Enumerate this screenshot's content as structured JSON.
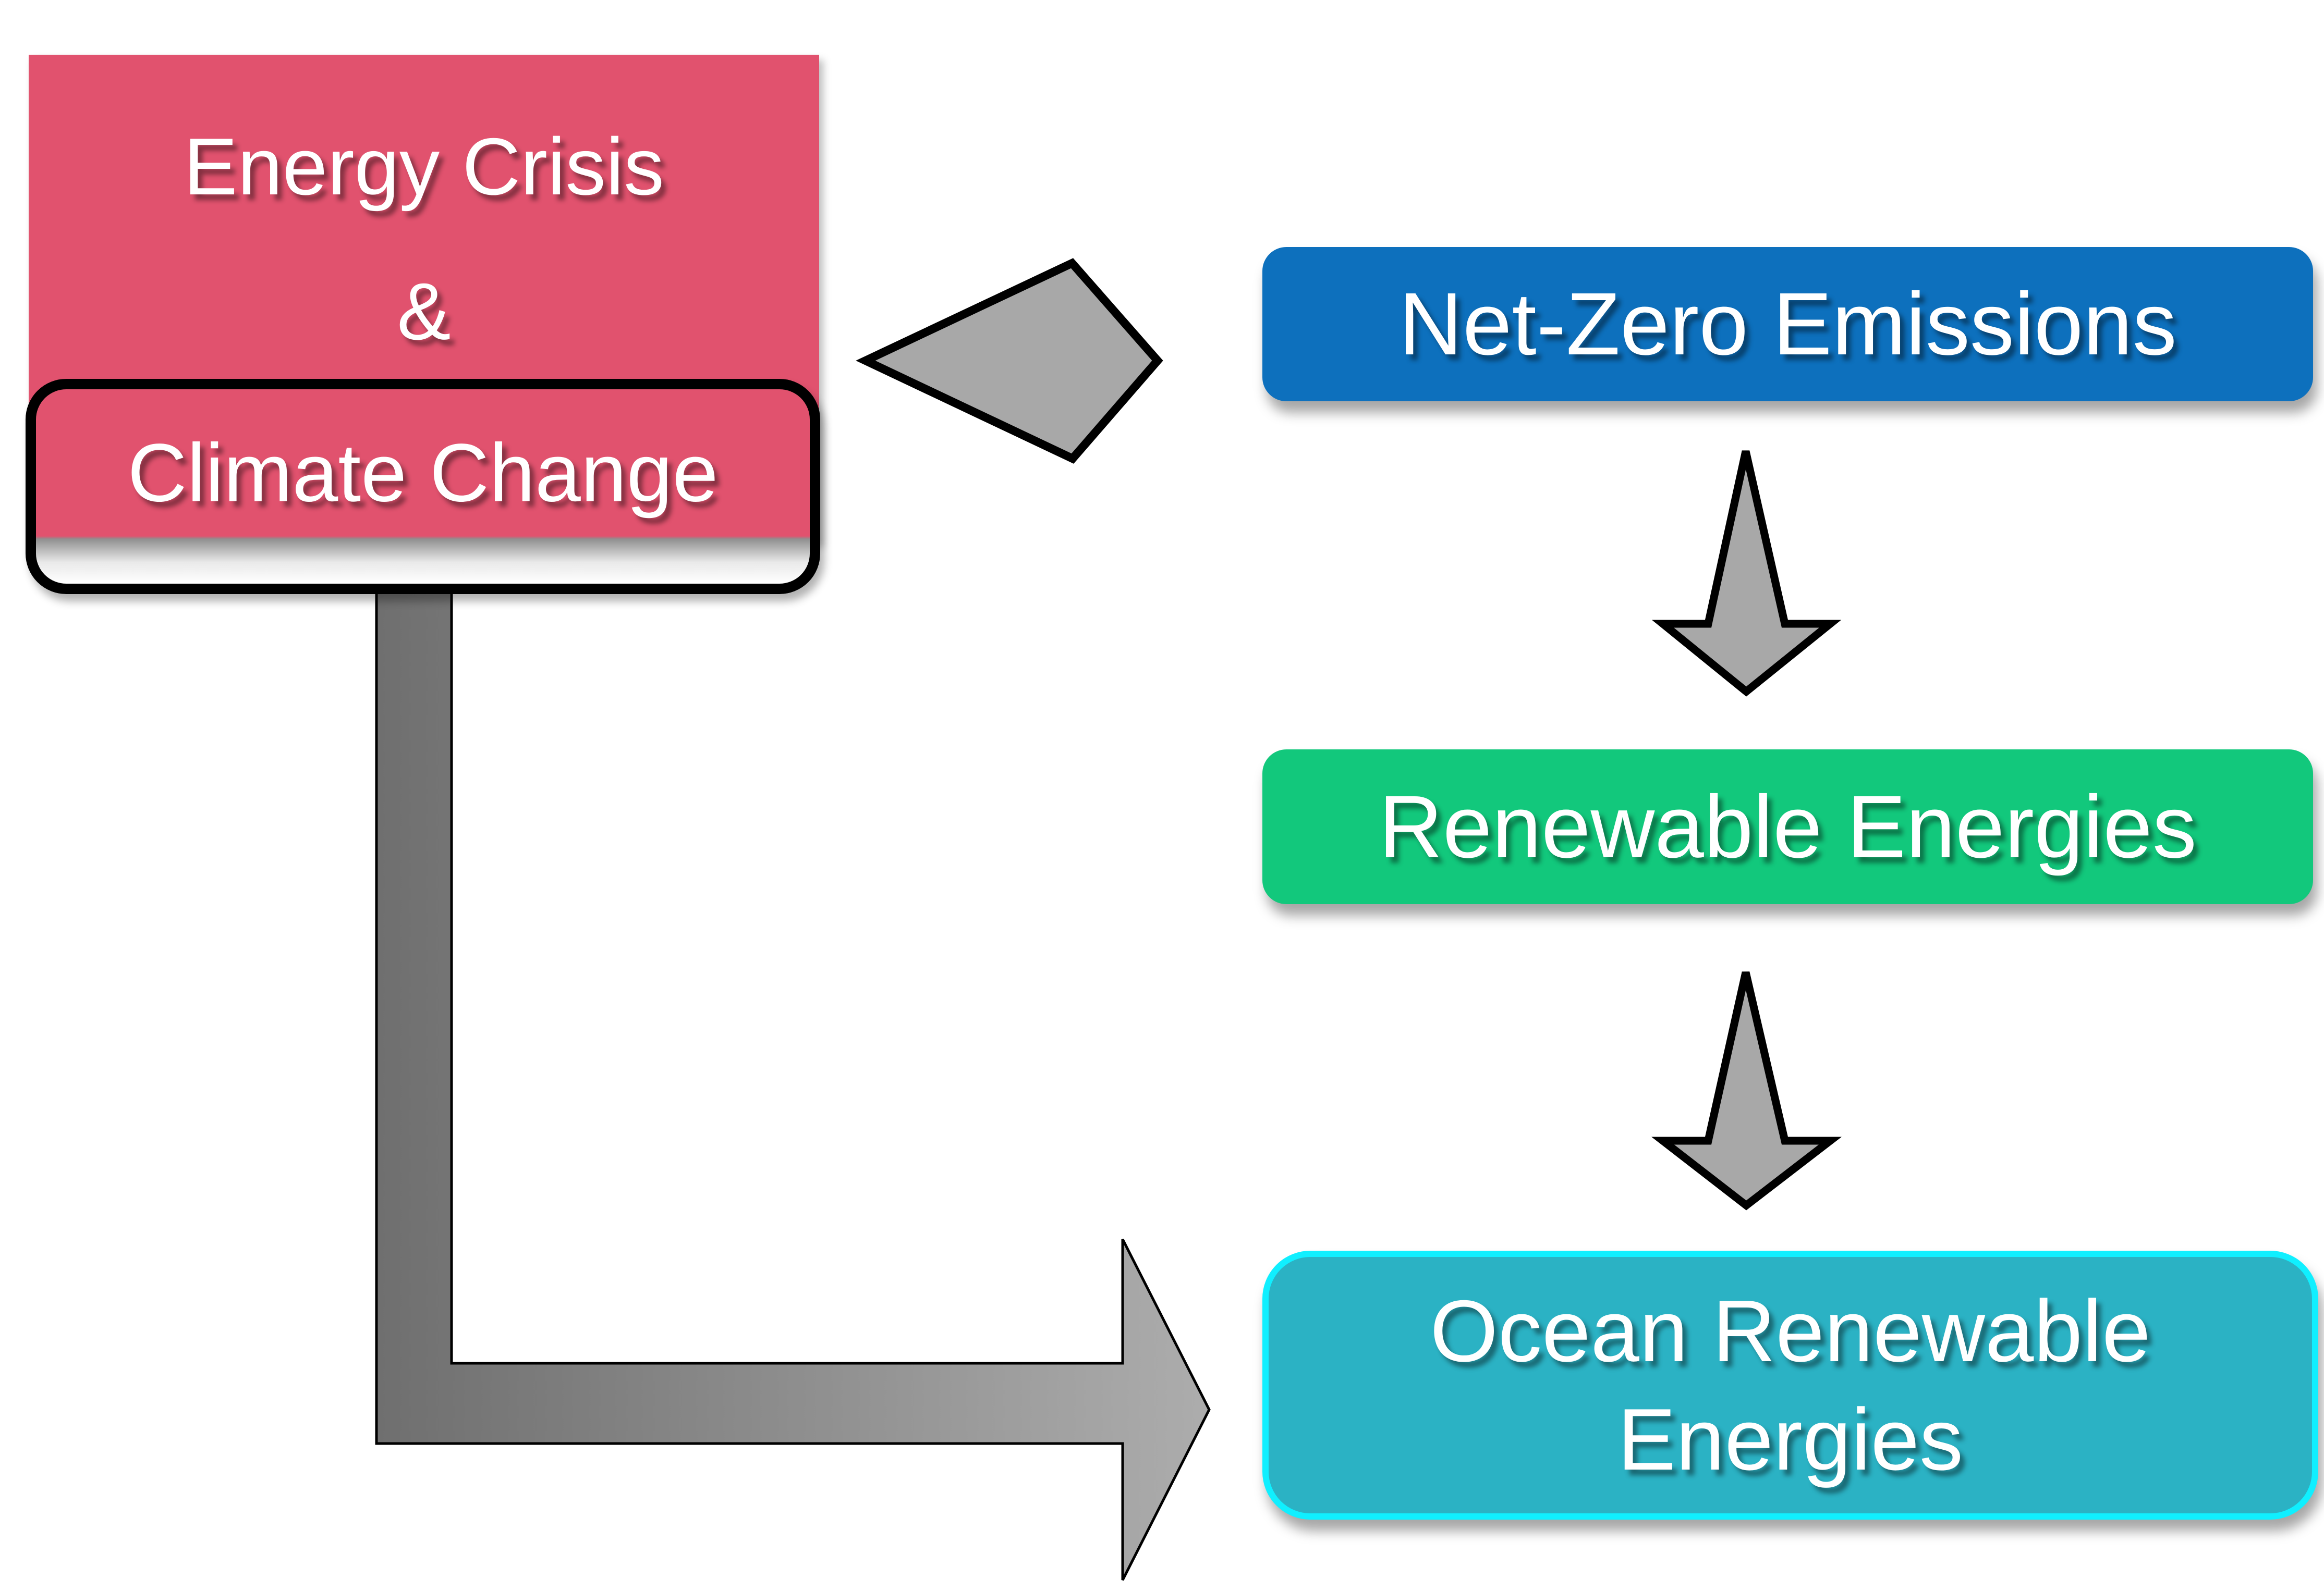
{
  "diagram": {
    "title": "Energy crisis and climate change flow diagram",
    "cause_box": {
      "line1": "Energy Crisis",
      "amp": "&",
      "line2": "Climate Change"
    },
    "flow_boxes": {
      "netzero": {
        "label": "Net-Zero Emissions"
      },
      "renewable": {
        "label": "Renewable Energies"
      },
      "ocean": {
        "label_line1": "Ocean Renewable",
        "label_line2": "Energies"
      }
    },
    "arrows": {
      "right_arrow": "kite-shaped gray arrow pointing right",
      "down_arrow_1": "tapered gray arrow pointing down",
      "down_arrow_2": "tapered gray arrow pointing down",
      "elbow_arrow": "L-shaped gray connector arrow pointing right"
    }
  },
  "colors": {
    "background": "#FFFFFF",
    "energy_red": "#E1526E",
    "netzero_blue": "#0D70BD",
    "renewable_green": "#12C87C",
    "ocean_teal": "#2BB2C4",
    "ocean_border_cyan": "#10EFFF",
    "outline_black": "#000000",
    "arrow_fill": "#A8A8A8",
    "arrow_outline": "#000000",
    "connector_dark": "#6E6E6E",
    "connector_light": "#ADADAD",
    "fade_gray": "#8F8F8F",
    "fade_white": "#FFFFFF",
    "text_white": "#FFFFFF"
  }
}
